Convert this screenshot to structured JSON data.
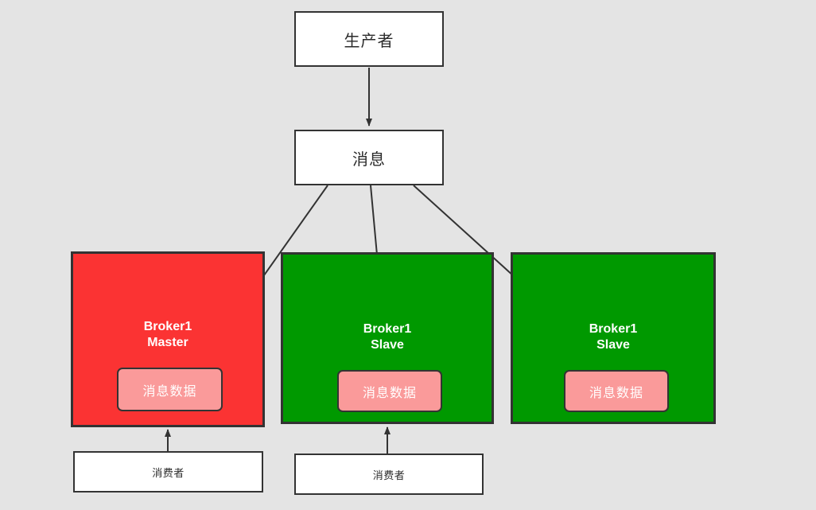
{
  "diagram": {
    "title": "RocketMQ Broker master-slave message replication diagram",
    "background_color": "#e4e4e4",
    "stroke_color": "#333333",
    "colors": {
      "master": "#fb3333",
      "slave": "#009900",
      "data_chip": "#fa9a9a",
      "plain_box": "#ffffff",
      "text_dark": "#2b2b2b",
      "text_light": "#ffffff"
    }
  },
  "nodes": {
    "producer": {
      "label": "生产者"
    },
    "message": {
      "label": "消息"
    },
    "brokers": [
      {
        "id": "broker-master",
        "title": "Broker1\nMaster",
        "role": "Master",
        "name": "Broker1",
        "color": "#fb3333",
        "data_label": "消息数据"
      },
      {
        "id": "broker-slave-1",
        "title": "Broker1\nSlave",
        "role": "Slave",
        "name": "Broker1",
        "color": "#009900",
        "data_label": "消息数据"
      },
      {
        "id": "broker-slave-2",
        "title": "Broker1\nSlave",
        "role": "Slave",
        "name": "Broker1",
        "color": "#009900",
        "data_label": "消息数据"
      }
    ],
    "consumers": [
      {
        "id": "consumer-1",
        "label": "消费者"
      },
      {
        "id": "consumer-2",
        "label": "消费者"
      }
    ]
  },
  "edges": [
    {
      "from": "producer",
      "to": "message",
      "style": "arrow"
    },
    {
      "from": "message",
      "to": "broker-master-data",
      "style": "arrow"
    },
    {
      "from": "message",
      "to": "broker-slave-1-data",
      "style": "arrow"
    },
    {
      "from": "message",
      "to": "broker-slave-2-data",
      "style": "arrow"
    },
    {
      "from": "consumer-1",
      "to": "broker-master",
      "style": "arrow"
    },
    {
      "from": "consumer-2",
      "to": "broker-slave-1",
      "style": "arrow"
    }
  ]
}
